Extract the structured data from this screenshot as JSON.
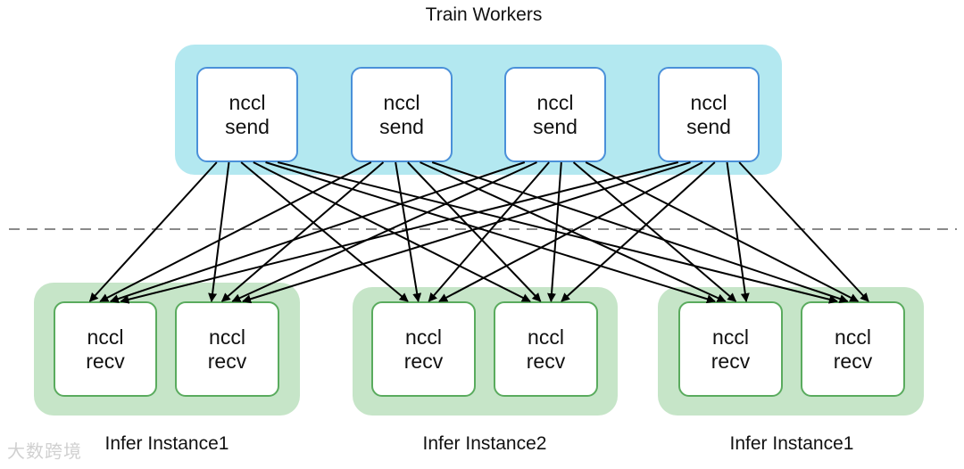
{
  "diagram": {
    "train_title": "Train Workers",
    "senders": [
      {
        "line1": "nccl",
        "line2": "send"
      },
      {
        "line1": "nccl",
        "line2": "send"
      },
      {
        "line1": "nccl",
        "line2": "send"
      },
      {
        "line1": "nccl",
        "line2": "send"
      }
    ],
    "instances": [
      {
        "label": "Infer Instance1",
        "receivers": [
          {
            "line1": "nccl",
            "line2": "recv"
          },
          {
            "line1": "nccl",
            "line2": "recv"
          }
        ]
      },
      {
        "label": "Infer Instance2",
        "receivers": [
          {
            "line1": "nccl",
            "line2": "recv"
          },
          {
            "line1": "nccl",
            "line2": "recv"
          }
        ]
      },
      {
        "label": "Infer Instance1",
        "receivers": [
          {
            "line1": "nccl",
            "line2": "recv"
          },
          {
            "line1": "nccl",
            "line2": "recv"
          }
        ]
      }
    ],
    "connectivity": "all-to-all",
    "watermark": "大数跨境",
    "colors": {
      "train_group": "#b3e8f0",
      "send_border": "#4a90d9",
      "infer_group": "#c6e5c8",
      "recv_border": "#5aab5e",
      "divider": "#8a8a8a",
      "arrow": "#000000"
    }
  }
}
